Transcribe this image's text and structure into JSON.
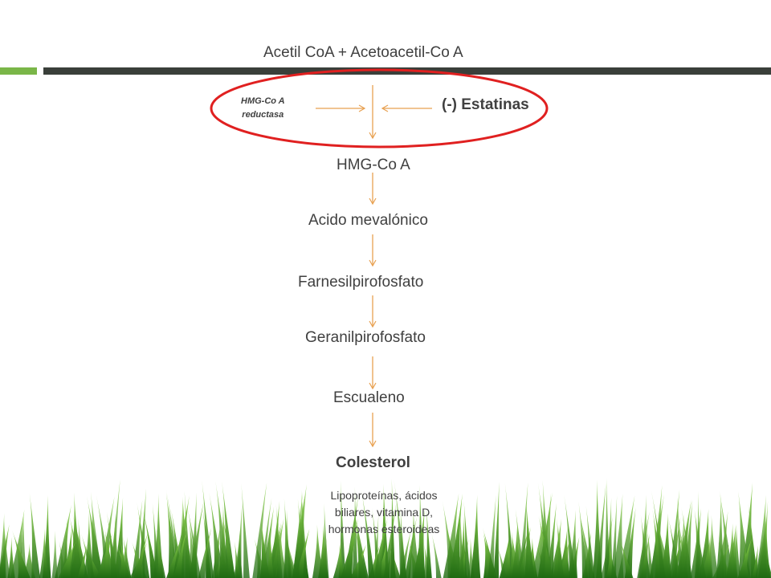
{
  "colors": {
    "accent_green": "#7ab648",
    "dark_bar": "#3a3f3a",
    "arrow": "#e8a050",
    "ellipse": "#e02020",
    "text": "#404040",
    "grass_dark": "#2f7d1a",
    "grass_light": "#6cc23a"
  },
  "pathway": {
    "substrates": "Acetil CoA + Acetoacetil-Co A",
    "enzyme_line1": "HMG-Co A",
    "enzyme_line2": "reductasa",
    "inhibitor": "(-) Estatinas",
    "steps": [
      "HMG-Co A",
      "Acido mevalónico",
      "Farnesilpirofosfato",
      "Geranilpirofosfato",
      "Escualeno"
    ],
    "product": "Colesterol",
    "derivatives_line1": "Lipoproteínas, ácidos",
    "derivatives_line2": "biliares, vitamina D,",
    "derivatives_line3": "hormonas esteroideas"
  },
  "decoration": {
    "grass_icon": "grass-icon"
  }
}
